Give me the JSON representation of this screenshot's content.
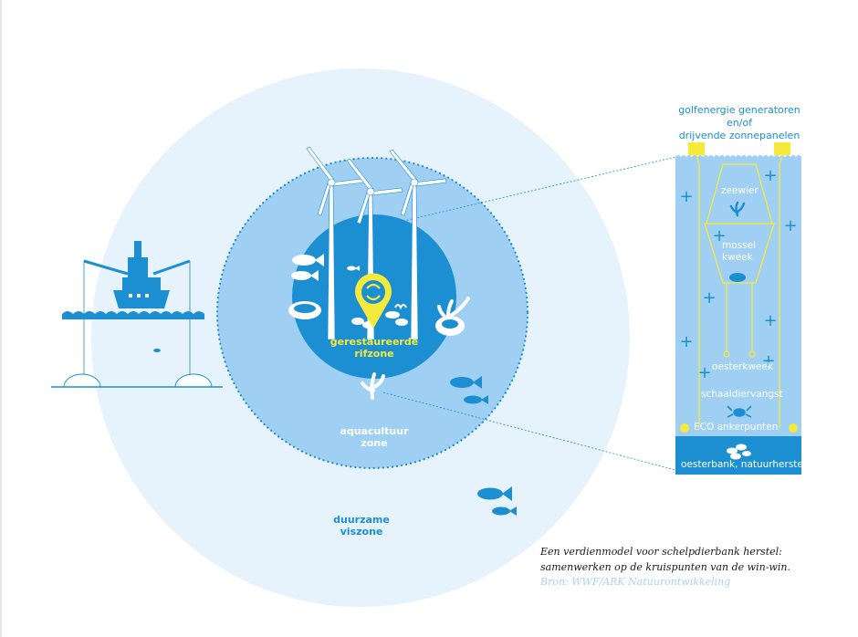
{
  "zones": {
    "restored_reef": [
      "gerestaureerde",
      "rifzone"
    ],
    "aquaculture": [
      "aquacultuur",
      "zone"
    ],
    "sustainable_fishing": [
      "duurzame",
      "viszone"
    ]
  },
  "panel": {
    "title": [
      "golfenergie generatoren",
      "en/of",
      "drijvende zonnepanelen"
    ],
    "seaweed": "zeewier",
    "mussel": [
      "mossel",
      "kweek"
    ],
    "oyster_farm": "oesterkweek",
    "crab_fishing": "schaaldiervangst",
    "eco_anchor": "ECO ankerpunten",
    "oyster_bank": "oesterbank, natuurherstel"
  },
  "caption": {
    "line1": "Een verdienmodel voor schelpdierbank herstel:",
    "line2": "samenwerken op de kruispunten van de win-win.",
    "source": "Bron: WWF/ARK Natuurontwikkeling"
  },
  "colors": {
    "outer_circle": "#e6f2fc",
    "middle_circle": "#9fcff2",
    "inner_circle": "#1b8fd2",
    "accent_yellow": "#f5ea3c",
    "panel_bottom": "#1b8fd2"
  }
}
